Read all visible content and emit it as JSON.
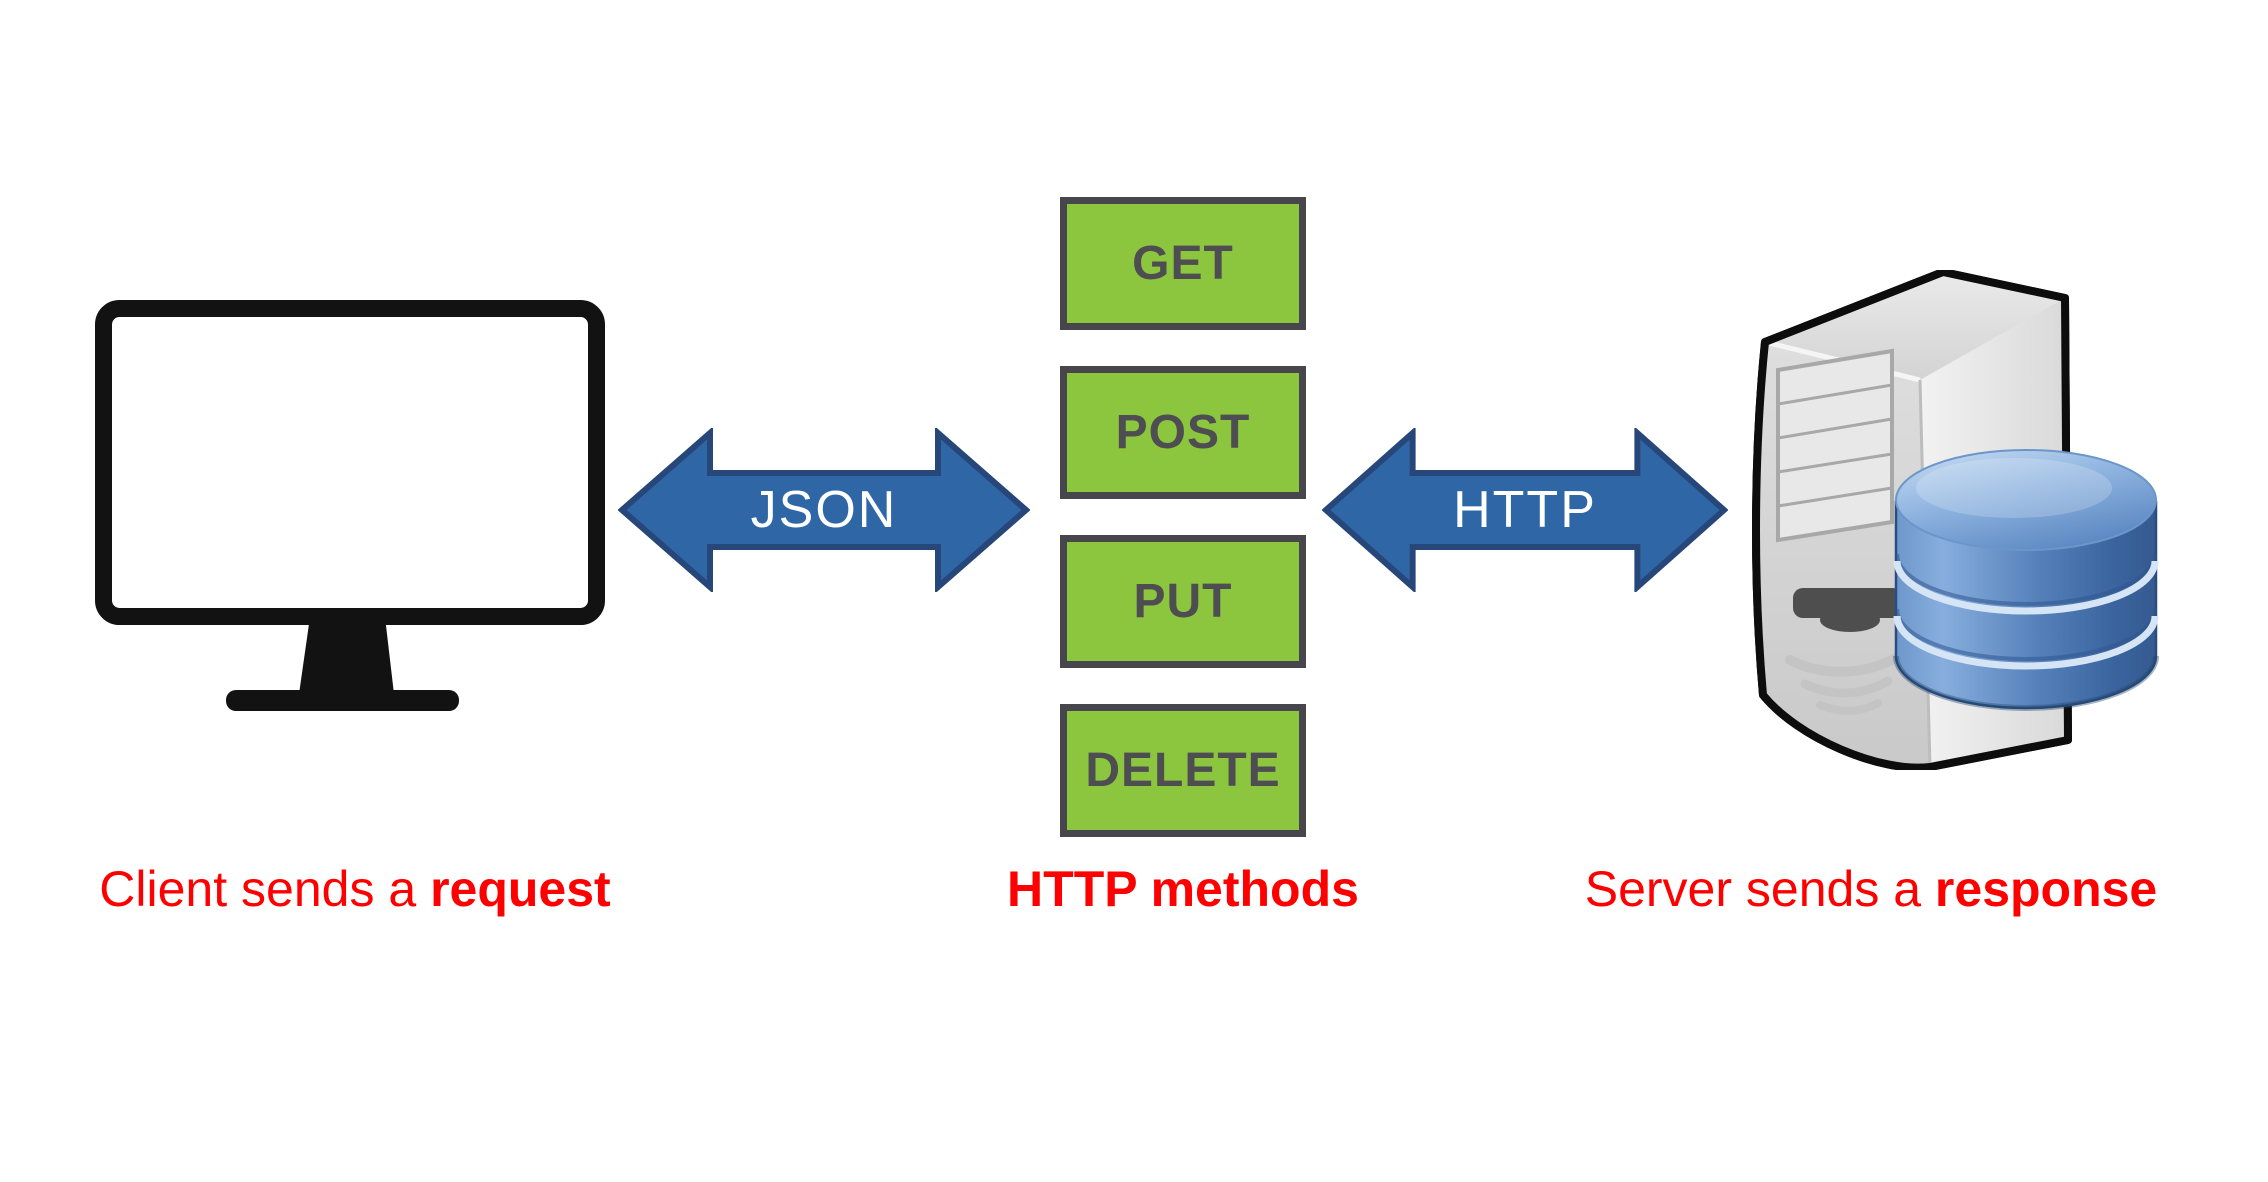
{
  "diagram": {
    "client": {
      "icon": "monitor-icon",
      "caption": {
        "regular": "Client sends a",
        "bold": "request"
      }
    },
    "json_arrow": {
      "icon": "double-arrow-icon",
      "label": "JSON"
    },
    "methods": {
      "items": [
        "GET",
        "POST",
        "PUT",
        "DELETE"
      ],
      "caption": {
        "bold": "HTTP methods"
      }
    },
    "http_arrow": {
      "icon": "double-arrow-icon",
      "label": "HTTP"
    },
    "server": {
      "icon": "server-tower-icon",
      "database_icon": "database-icon",
      "caption": {
        "regular": "Server sends a",
        "bold": "response"
      }
    },
    "colors": {
      "arrow_fill": "#2F66A5",
      "arrow_border": "#27477A",
      "arrow_label": "#FFFFFF",
      "method_fill": "#8CC63E",
      "method_border": "#46464C",
      "method_text": "#4D4D52",
      "caption_red": "#FE0000"
    }
  }
}
